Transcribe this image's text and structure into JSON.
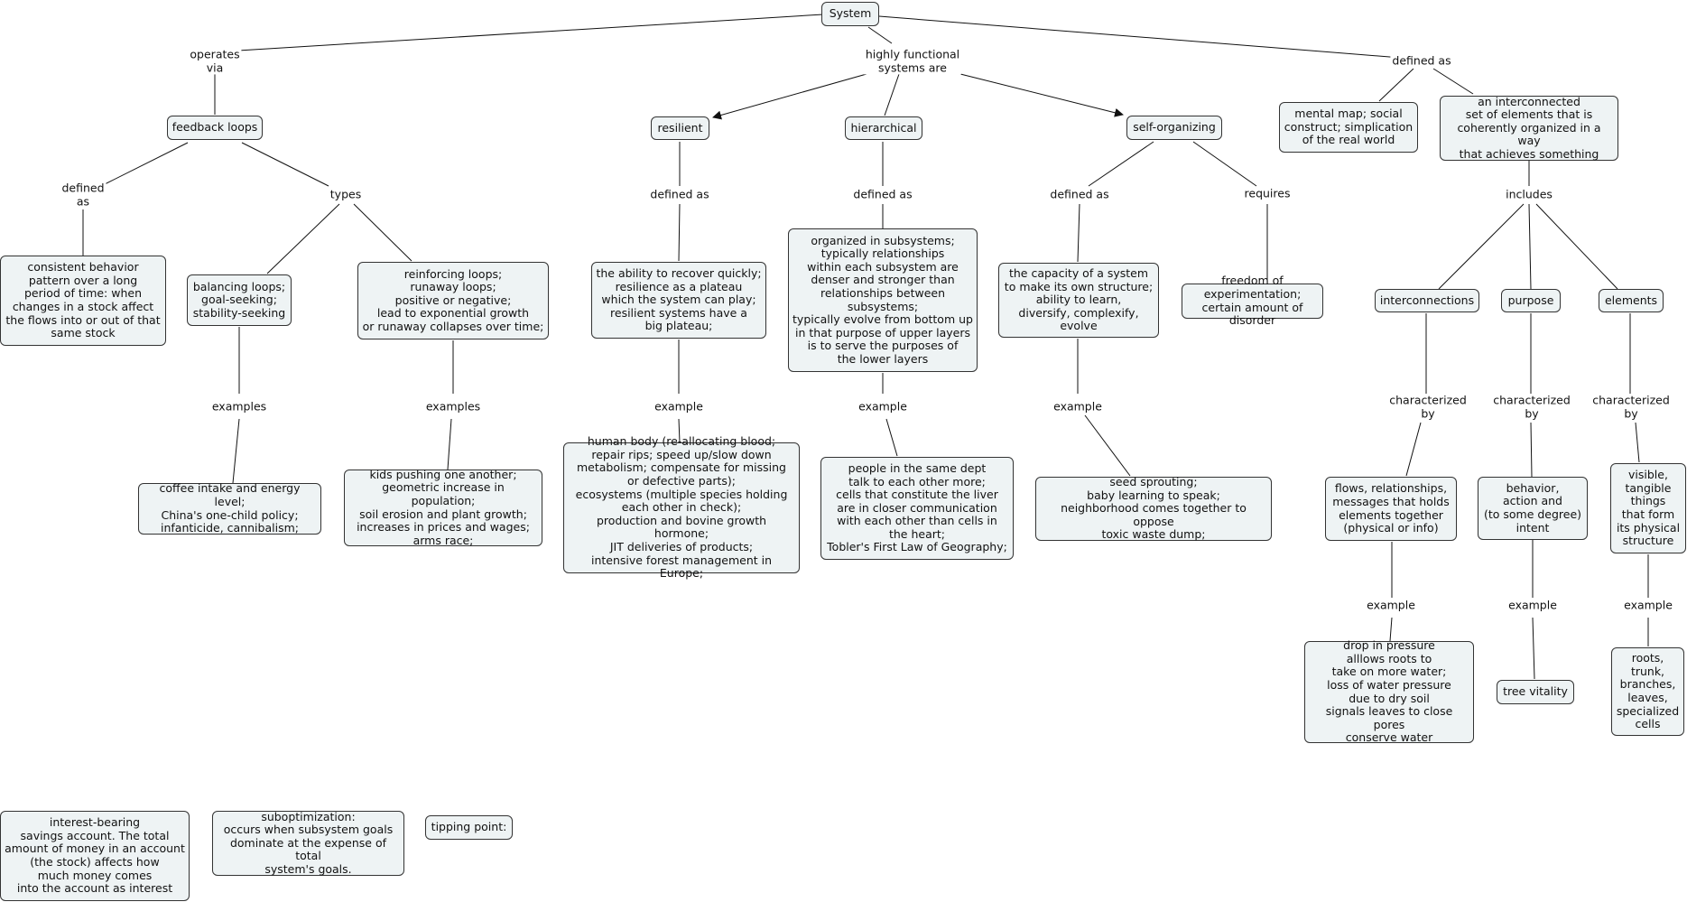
{
  "nodes": {
    "system": "System",
    "feedback_loops": "feedback loops",
    "resilient": "resilient",
    "hierarchical": "hierarchical",
    "self_organizing": "self-organizing",
    "mental_map": "mental map; social\nconstruct; simplication\nof the real world",
    "interconnected": "an interconnected\nset of elements that is\ncoherently organized in a way\nthat achieves something",
    "consistent_behavior": "consistent behavior\npattern over a long\nperiod of time: when\nchanges in a stock affect\nthe flows into or out of that\nsame stock",
    "balancing_loops": "balancing loops;\ngoal-seeking;\nstability-seeking",
    "reinforcing_loops": "reinforcing loops;\nrunaway loops;\npositive or negative;\nlead to exponential growth\nor runaway collapses over time;",
    "recover": "the ability to recover quickly;\nresilience as a plateau\nwhich the system can play;\nresilient systems have a\nbig plateau;",
    "subsystems": "organized in subsystems;\ntypically relationships\nwithin each subsystem are\ndenser and stronger than\nrelationships between\nsubsystems;\ntypically evolve from bottom up\nin that purpose of upper layers\nis to serve the purposes of\nthe lower layers",
    "capacity": "the capacity of a system\nto make its own structure;\nability to learn,\ndiversify, complexify,\nevolve",
    "freedom": "freedom of experimentation;\ncertain amount of disorder",
    "interconnections": "interconnections",
    "purpose": "purpose",
    "elements": "elements",
    "coffee": "coffee intake and energy level;\nChina's one-child policy;\ninfanticide, cannibalism;",
    "kids": "kids pushing one another;\ngeometric increase in population;\nsoil erosion and plant growth;\nincreases in prices and wages;\narms race;",
    "human_body": "human body (re-allocating blood;\nrepair rips; speed up/slow down\nmetabolism; compensate for missing\nor defective parts);\necosystems (multiple species holding\neach other in check);\nproduction and bovine growth hormone;\nJIT deliveries of products;\nintensive forest management in Europe;",
    "people_dept": "people in the same dept\ntalk to each other more;\ncells that constitute the liver\nare in closer communication\nwith each other than cells in\nthe heart;\nTobler's First Law of Geography;",
    "seed": "seed sprouting;\nbaby learning to speak;\nneighborhood comes together to oppose\ntoxic waste dump;",
    "flows": "flows, relationships,\nmessages that holds\nelements together\n(physical or info)",
    "behavior": "behavior,\naction and\n(to some degree)\nintent",
    "visible": "visible,\ntangible\nthings\nthat form\nits physical\nstructure",
    "drop_pressure": "drop in pressure\nalllows roots to\ntake on more water;\nloss of water pressure\ndue to dry soil\nsignals leaves to close pores\nconserve water",
    "tree_vitality": "tree vitality",
    "roots": "roots,\ntrunk,\nbranches,\nleaves,\nspecialized\ncells",
    "interest": "interest-bearing\nsavings account. The total\namount of money in an account\n(the stock) affects how\nmuch money comes\ninto the account as interest",
    "suboptimization": "suboptimization:\noccurs when subsystem goals\ndominate at the expense of total\nsystem's goals.",
    "tipping_point": "tipping point:"
  },
  "labels": {
    "operates_via": "operates\nvia",
    "highly_functional": "highly functional\nsystems are",
    "defined_as_top": "defined as",
    "fl_defined_as": "defined\nas",
    "fl_types": "types",
    "res_defined_as": "defined as",
    "hier_defined_as": "defined as",
    "so_defined_as": "defined as",
    "so_requires": "requires",
    "includes": "includes",
    "bal_examples": "examples",
    "rein_examples": "examples",
    "res_example": "example",
    "hier_example": "example",
    "so_example": "example",
    "ic_characterized": "characterized\nby",
    "pu_characterized": "characterized\nby",
    "el_characterized": "characterized\nby",
    "ic_example": "example",
    "pu_example": "example",
    "el_example": "example"
  }
}
